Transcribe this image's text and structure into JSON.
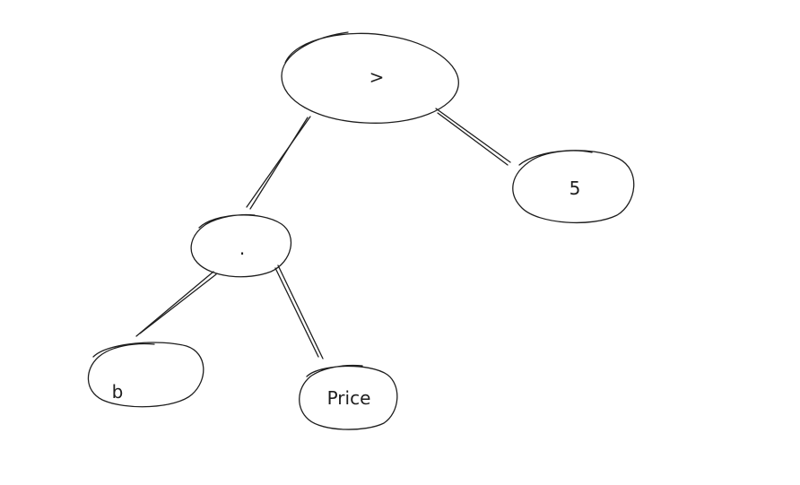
{
  "diagram": {
    "type": "expression-tree",
    "nodes": {
      "root": {
        "label": ">"
      },
      "dot": {
        "label": "."
      },
      "five": {
        "label": "5"
      },
      "b": {
        "label": "b"
      },
      "price": {
        "label": "Price"
      }
    },
    "edges": [
      {
        "from": "root",
        "to": "dot"
      },
      {
        "from": "root",
        "to": "five"
      },
      {
        "from": "dot",
        "to": "b"
      },
      {
        "from": "dot",
        "to": "price"
      }
    ],
    "stroke_color": "#1e1e1e",
    "background_color": "#ffffff"
  }
}
